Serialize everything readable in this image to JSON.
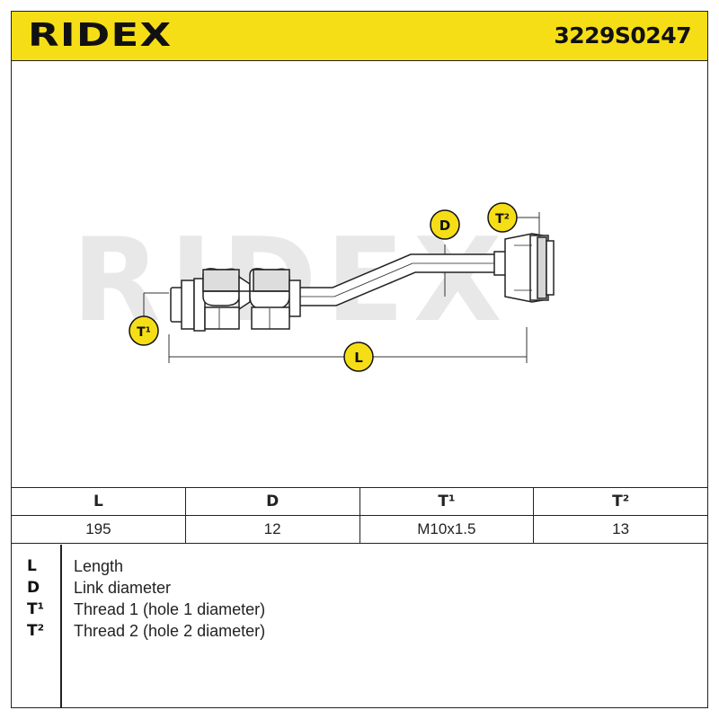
{
  "header": {
    "brand": "RIDEX",
    "part_number": "3229S0247"
  },
  "drawing": {
    "watermark": "RIDEX",
    "labels": {
      "d": "D",
      "t1": "T¹",
      "t2": "T²",
      "l": "L"
    },
    "marker_color": "#f6de16"
  },
  "specs": {
    "headers": [
      "L",
      "D",
      "T¹",
      "T²"
    ],
    "values": [
      "195",
      "12",
      "M10x1.5",
      "13"
    ]
  },
  "legend": [
    {
      "symbol": "L",
      "description": "Length"
    },
    {
      "symbol": "D",
      "description": "Link diameter"
    },
    {
      "symbol": "T¹",
      "description": "Thread 1 (hole 1 diameter)"
    },
    {
      "symbol": "T²",
      "description": "Thread 2 (hole 2 diameter)"
    }
  ],
  "colors": {
    "brand_yellow": "#f6de16",
    "line": "#222222",
    "watermark": "#e6e6e6"
  }
}
